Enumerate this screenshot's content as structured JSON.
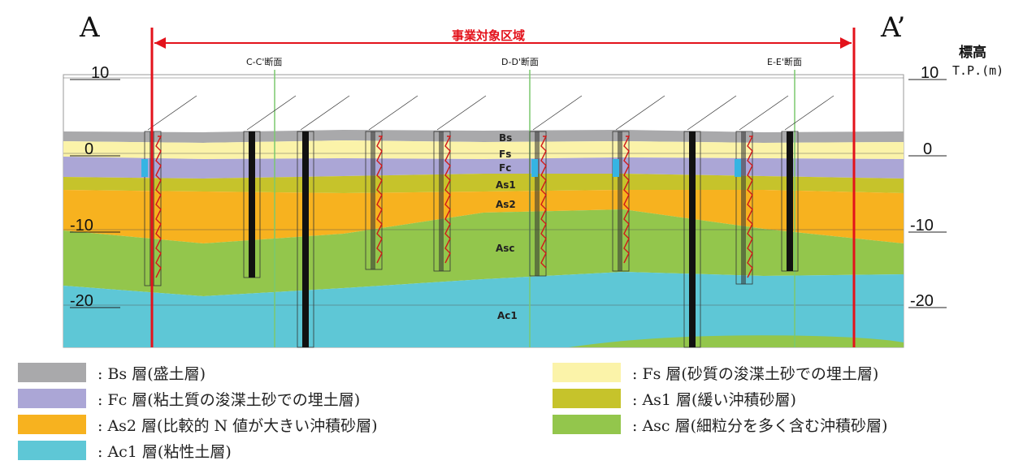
{
  "section": {
    "left_label": "A",
    "right_label": "A’",
    "project_area": "事業対象区域",
    "elevation_title": "標高",
    "elevation_unit": "T.P.(m)",
    "ticks_left": [
      "10",
      "0",
      "-10",
      "-20"
    ],
    "ticks_right": [
      "10",
      "0",
      "-10",
      "-20"
    ],
    "cross_sections": [
      "C-C'断面",
      "D-D'断面",
      "E-E'断面"
    ]
  },
  "layers": [
    {
      "code": "Bs",
      "color": "#a9a9ab",
      "legend": ": Bs 層(盛土層)"
    },
    {
      "code": "Fs",
      "color": "#fbf3a9",
      "legend": ": Fs 層(砂質の浚渫土砂での埋土層)"
    },
    {
      "code": "Fc",
      "color": "#aba6d6",
      "legend": ": Fc 層(粘土質の浚渫土砂での埋土層)"
    },
    {
      "code": "As1",
      "color": "#c6c32b",
      "legend": ": As1 層(緩い沖積砂層)"
    },
    {
      "code": "As2",
      "color": "#f7b21f",
      "legend": ": As2 層(比較的 N 値が大きい沖積砂層)"
    },
    {
      "code": "Asc",
      "color": "#93c64c",
      "legend": ": Asc 層(細粒分を多く含む沖積砂層)"
    },
    {
      "code": "Ac1",
      "color": "#5ec7d6",
      "legend": ": Ac1 層(粘性土層)"
    }
  ],
  "colors": {
    "boundary": "#e3121b",
    "section_line": "#7bc96f",
    "borehole": "#111111",
    "log_trace": "#d11a1a"
  }
}
